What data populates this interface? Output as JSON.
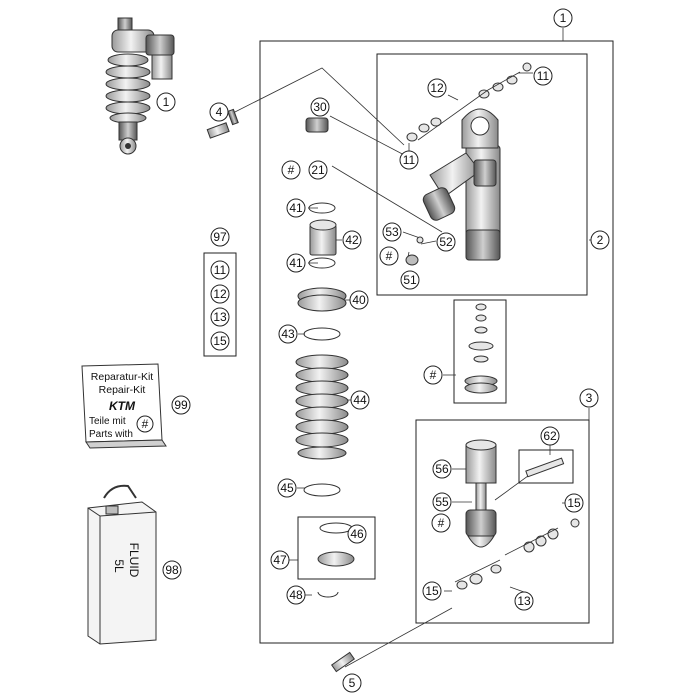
{
  "callouts": {
    "c1_top": "1",
    "c1_thumb": "1",
    "c2": "2",
    "c3": "3",
    "c4": "4",
    "c5": "5",
    "c11a": "11",
    "c11b": "11",
    "c12": "12",
    "c13": "13",
    "c15a": "15",
    "c15b": "15",
    "c21": "21",
    "c30": "30",
    "c40": "40",
    "c41a": "41",
    "c41b": "41",
    "c42": "42",
    "c43": "43",
    "c44": "44",
    "c45": "45",
    "c46": "46",
    "c47": "47",
    "c48": "48",
    "c51": "51",
    "c52": "52",
    "c53": "53",
    "c55": "55",
    "c56": "56",
    "c62": "62",
    "c97": "97",
    "c98": "98",
    "c99": "99",
    "hash_21": "#",
    "hash_53": "#",
    "hash_kit": "#",
    "hash_55": "#",
    "kit97_11": "11",
    "kit97_12": "12",
    "kit97_13": "13",
    "kit97_15": "15"
  },
  "repair_kit": {
    "line1": "Reparatur-Kit",
    "line2": "Repair-Kit",
    "logo": "KTM",
    "line3": "Teile mit",
    "line4": "Parts with",
    "hash": "#"
  },
  "fluid_can": {
    "line1": "FLUID",
    "line2": "5L"
  },
  "icons": [
    "shock-absorber-icon",
    "fluid-can-icon",
    "repair-kit-card-icon",
    "spring-icon",
    "bolt-icon"
  ],
  "colors": {
    "line": "#222222",
    "fill_light": "#e6e6e6",
    "fill_mid": "#bdbdbd",
    "fill_dark": "#7a7a7a"
  }
}
